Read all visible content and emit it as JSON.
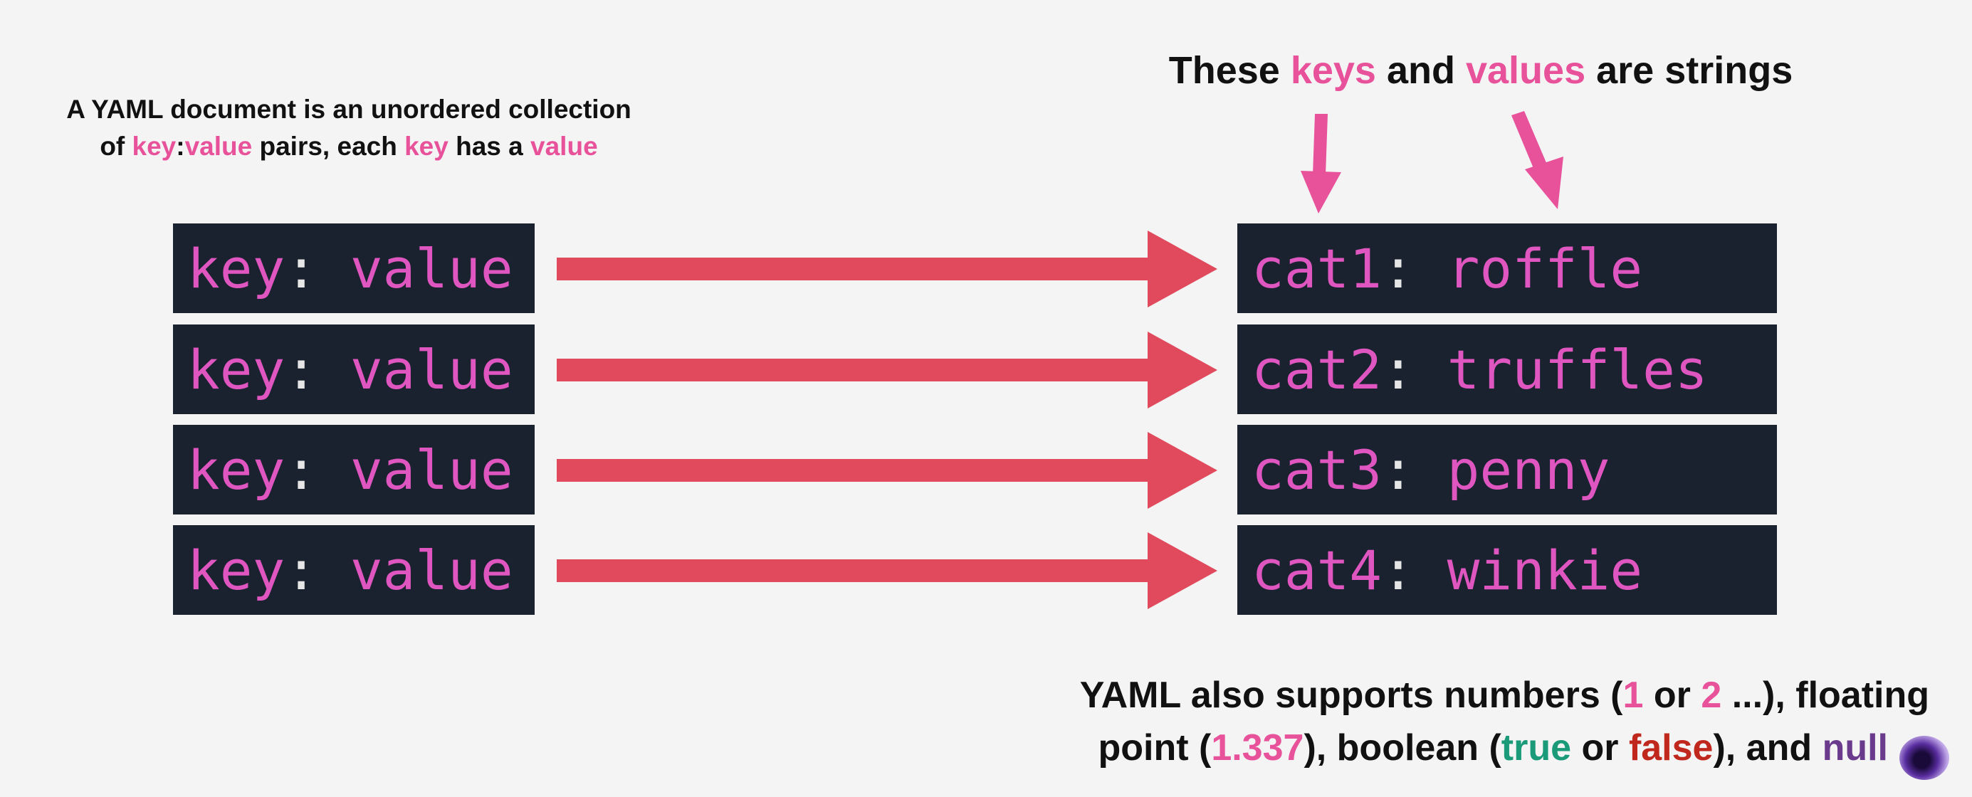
{
  "caption_left": {
    "line1": "A YAML document is an unordered  collection",
    "of": "of ",
    "key1": "key",
    "colon": ":",
    "value1": "value",
    "mid": " pairs, each ",
    "key2": "key",
    "has_a": " has a ",
    "value2": "value"
  },
  "caption_top": {
    "these": "These ",
    "keys": "keys",
    "and": " and ",
    "values": "values",
    "are_strings": " are strings"
  },
  "left_boxes": [
    {
      "key": "key",
      "colon": ":",
      "value": "value"
    },
    {
      "key": "key",
      "colon": ":",
      "value": "value"
    },
    {
      "key": "key",
      "colon": ":",
      "value": "value"
    },
    {
      "key": "key",
      "colon": ":",
      "value": "value"
    }
  ],
  "right_boxes": [
    {
      "key": "cat1",
      "colon": ":",
      "value": "roffle"
    },
    {
      "key": "cat2",
      "colon": ":",
      "value": "truffles"
    },
    {
      "key": "cat3",
      "colon": ":",
      "value": "penny"
    },
    {
      "key": "cat4",
      "colon": ":",
      "value": "winkie"
    }
  ],
  "caption_bottom": {
    "part1": "YAML also supports numbers (",
    "n1": "1",
    "or1": " or ",
    "n2": "2",
    "part2": " ...),  floating",
    "part3": "point (",
    "float": "1.337",
    "part4": "), boolean (",
    "true": "true",
    "or2": " or ",
    "false": "false",
    "part5": "), and ",
    "null": "null"
  },
  "colors": {
    "box_bg": "#1a2230",
    "code_pink": "#e056c0",
    "arrow_red": "#e04a5c",
    "highlight_pink": "#e8529b",
    "true_green": "#1a9a78",
    "false_red": "#c0281e",
    "null_purple": "#6a3a8c"
  }
}
